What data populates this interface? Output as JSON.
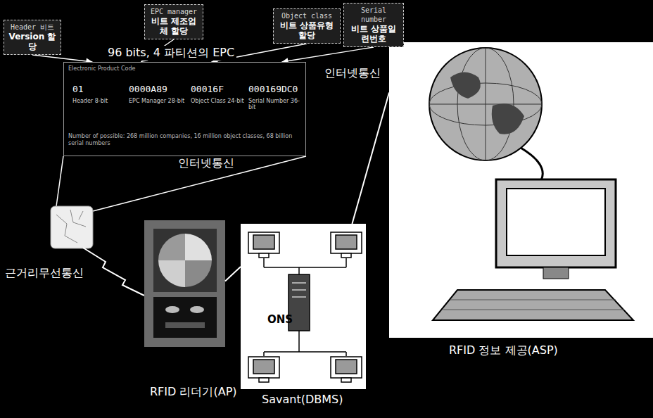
{
  "diagram": {
    "nodes": [
      {
        "text": [
          "Header 비트",
          "Version 할당"
        ]
      },
      {
        "text": [
          "EPC manager",
          "비트 제조업체 할당"
        ]
      },
      {
        "text": [
          "Object class",
          "비트 상품유형할당"
        ]
      },
      {
        "text": [
          "Serial number",
          "비트 상품일련번호"
        ]
      },
      {
        "text": [
          "Electronic Product Code",
          "01",
          "Header 8-bit",
          "0000A89",
          "EPC Manager 28-bit",
          "00016F",
          "Object Class 24-bit",
          "000169DC0",
          "Serial Number 36-bit",
          "Number of possible: 268 million companies, 16 million object classes, 68 billion serial numbers"
        ]
      },
      {
        "text": [
          "RFID 리더기(AP)"
        ]
      },
      {
        "text": [
          "ONS",
          "Savant(DBMS)"
        ]
      },
      {
        "text": [
          "RFID 정보 제공(ASP)"
        ]
      }
    ],
    "edges": [
      {
        "from": 0,
        "to": 4,
        "arrow": "to"
      },
      {
        "from": 1,
        "to": 4,
        "arrow": "to"
      },
      {
        "from": 2,
        "to": 4,
        "arrow": "to"
      },
      {
        "from": 3,
        "to": 4,
        "arrow": "to"
      },
      {
        "from": 5,
        "to": 6,
        "label": "인터넷통신",
        "arrow": "none"
      },
      {
        "from": 6,
        "to": 7,
        "label": "인터넷통신",
        "arrow": "none"
      }
    ],
    "labels": [
      "96 bits, 4 파티션의 EPC",
      "근거리무선통신"
    ]
  }
}
